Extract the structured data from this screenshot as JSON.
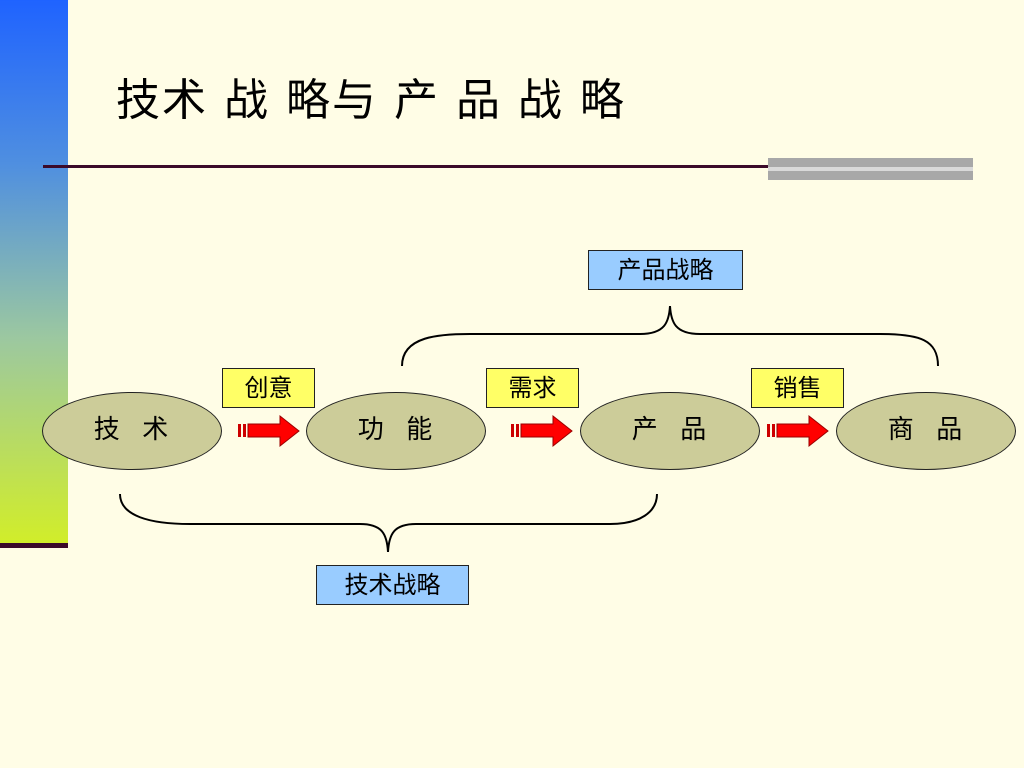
{
  "slide": {
    "title": "技术 战 略与 产 品 战 略"
  },
  "diagram": {
    "nodes": [
      {
        "id": "tech",
        "label": "技  术"
      },
      {
        "id": "function",
        "label": "功  能"
      },
      {
        "id": "product",
        "label": "产  品"
      },
      {
        "id": "commodity",
        "label": "商  品"
      }
    ],
    "transitions": [
      {
        "label": "创意"
      },
      {
        "label": "需求"
      },
      {
        "label": "销售"
      }
    ],
    "top_bracket_label": "产品战略",
    "bottom_bracket_label": "技术战略"
  },
  "colors": {
    "background": "#FFFDE6",
    "node_fill": "#CCCC99",
    "transition_box": "#FFFF66",
    "strategy_box": "#99CCFF",
    "arrow": "#FF0000"
  }
}
